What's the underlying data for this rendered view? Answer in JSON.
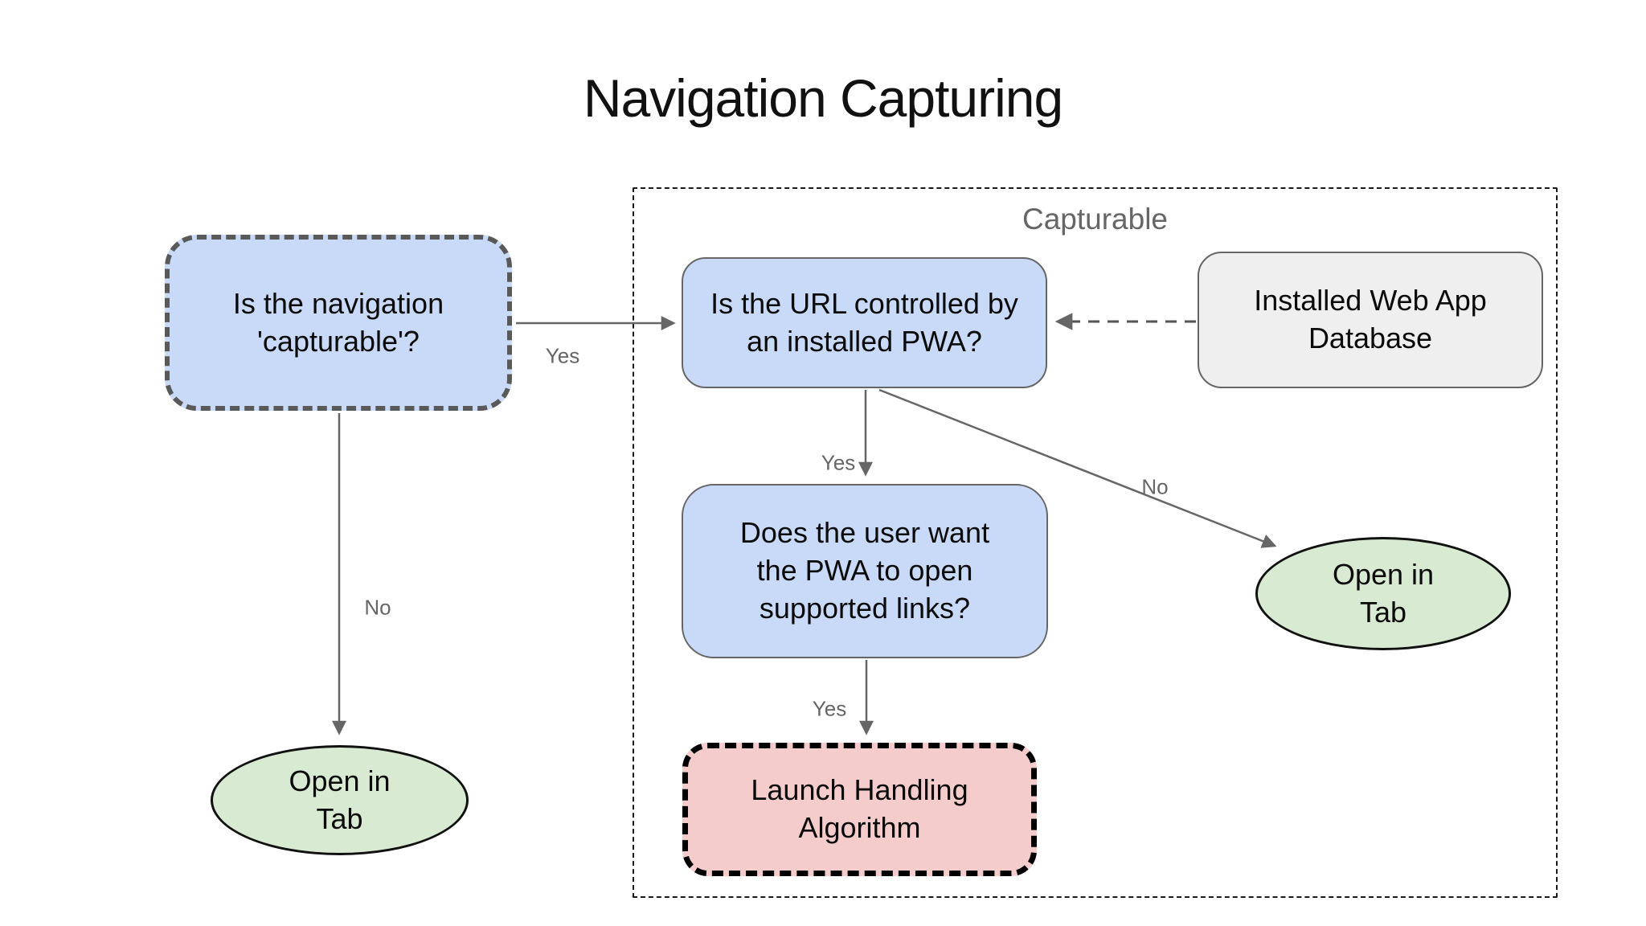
{
  "title": "Navigation Capturing",
  "container": {
    "label": "Capturable"
  },
  "nodes": {
    "capturable_question": "Is the navigation 'capturable'?",
    "url_controlled": "Is the URL controlled by an installed PWA?",
    "installed_db": "Installed Web App Database",
    "user_want": "Does the user want the PWA to open supported links?",
    "launch_handling": "Launch Handling Algorithm",
    "open_in_tab_left": "Open in Tab",
    "open_in_tab_right": "Open in Tab"
  },
  "edge_labels": {
    "capturable_yes": "Yes",
    "capturable_no": "No",
    "url_yes": "Yes",
    "url_no": "No",
    "user_want_yes": "Yes"
  },
  "colors": {
    "question_fill": "#c9daf8",
    "terminal_fill": "#d9ead3",
    "launch_fill": "#f4cccc",
    "database_fill": "#efefef",
    "label_gray": "#666666",
    "arrow_gray": "#666666",
    "dashed_border_dark": "#595959",
    "launch_border": "#000000"
  }
}
